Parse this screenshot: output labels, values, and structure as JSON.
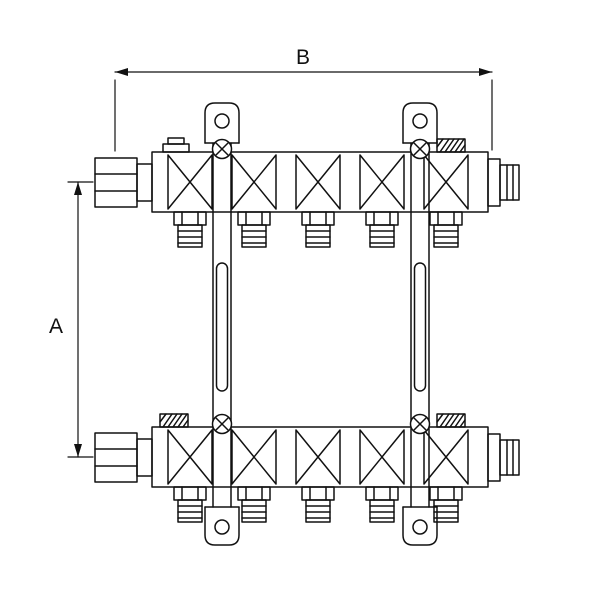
{
  "page": {
    "background": "#ffffff"
  },
  "diagram": {
    "kind": "technical-line-drawing",
    "subject": "heating-manifold-with-mounting-brackets",
    "line_color": "#111111",
    "outlet_count": 5,
    "dimensions": {
      "width_label": "B",
      "height_label": "A"
    }
  }
}
